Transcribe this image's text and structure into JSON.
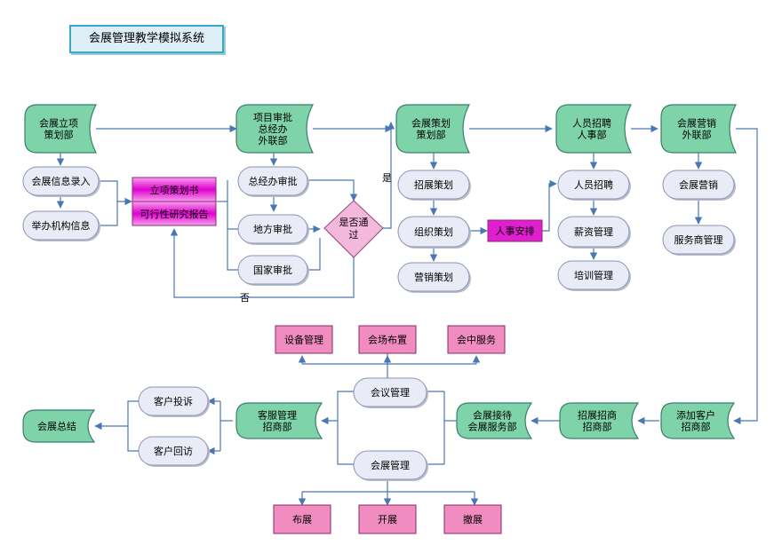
{
  "title": "会展管理教学模拟系统",
  "colors": {
    "dept_fill": "#7ed3a8",
    "dept_stroke": "#3c7f6a",
    "pill_fill": "#e9ecf6",
    "pill_stroke": "#8b93b3",
    "pink_fill": "#f08cc0",
    "magenta_fill": "#e000d0",
    "decision_fill": "#f4b8dc",
    "line": "#4a78b6"
  },
  "departments": {
    "planning_dept": [
      "会展立项",
      "策划部"
    ],
    "approval_dept": [
      "项目审批",
      "总经办",
      "外联部"
    ],
    "event_planning_dept": [
      "会展策划",
      "策划部"
    ],
    "hr_dept": [
      "人员招聘",
      "人事部"
    ],
    "marketing_dept": [
      "会展营销",
      "外联部"
    ],
    "add_client_dept": [
      "添加客户",
      "招商部"
    ],
    "exhibitor_dept": [
      "招展招商",
      "招商部"
    ],
    "reception_dept": [
      "会展接待",
      "会展服务部"
    ],
    "service_dept": [
      "客服管理",
      "招商部"
    ],
    "summary": [
      "会展总结"
    ]
  },
  "pills": {
    "info_entry": "会展信息录入",
    "organizer_info": "举办机构信息",
    "gm_approval": "总经办审批",
    "local_approval": "地方审批",
    "national_approval": "国家审批",
    "recruit_plan": "招展策划",
    "org_plan": "组织策划",
    "marketing_plan": "营销策划",
    "recruitment": "人员招聘",
    "salary": "薪资管理",
    "training": "培训管理",
    "marketing": "会展营销",
    "vendor_mgmt": "服务商管理",
    "meeting_mgmt": "会议管理",
    "exhibition_mgmt": "会展管理",
    "complaint": "客户投诉",
    "revisit": "客户回访"
  },
  "boxes": {
    "proposal": "立项策划书",
    "feasibility": "可行性研究报告",
    "personnel": "人事安排",
    "equipment": "设备管理",
    "venue": "会场布置",
    "onsite_service": "会中服务",
    "setup": "布展",
    "open": "开展",
    "teardown": "撤展"
  },
  "decision": [
    "是否通",
    "过"
  ],
  "labels": {
    "yes": "是",
    "no": "否"
  }
}
